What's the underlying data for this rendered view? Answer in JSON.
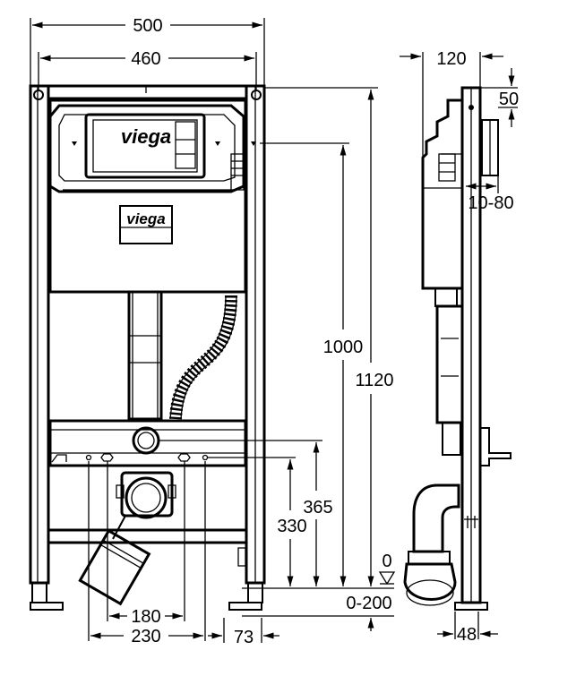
{
  "brand": {
    "logo_text": "viega"
  },
  "dimensions": {
    "frame_width": "500",
    "inner_width": "460",
    "height_1000": "1000",
    "height_1120": "1120",
    "height_365": "365",
    "height_330": "330",
    "width_180": "180",
    "width_230": "230",
    "width_73": "73",
    "depth_120": "120",
    "offset_50": "50",
    "range_10_80": "10-80",
    "floor_zero": "0",
    "range_0_200": "0-200",
    "foot_48": "48"
  }
}
